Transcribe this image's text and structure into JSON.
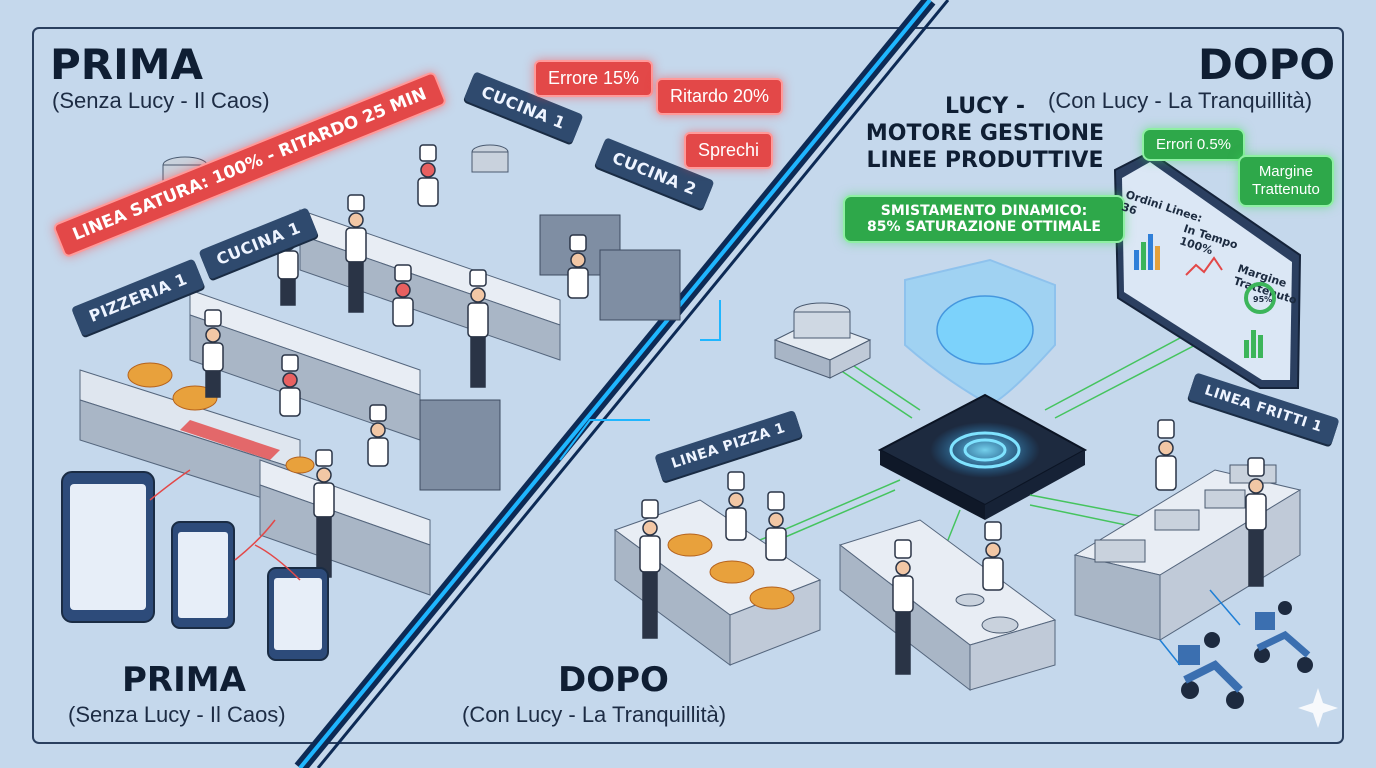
{
  "left": {
    "title": "PRIMA",
    "subtitle": "(Senza Lucy - Il Caos)",
    "banner": "LINEA SATURA: 100% - RITARDO 25 MIN",
    "stations": [
      "CUCINA 1",
      "CUCINA 2",
      "CUCINA 1",
      "PIZZERIA 1"
    ],
    "alerts": [
      "Errore 15%",
      "Ritardo 20%",
      "Sprechi"
    ],
    "footer_title": "PRIMA",
    "footer_subtitle": "(Senza Lucy - Il Caos)"
  },
  "right": {
    "title": "DOPO",
    "subtitle": "(Con Lucy - La Tranquillità)",
    "engine_title": "LUCY -\nMOTORE GESTIONE\nLINEE PRODUTTIVE",
    "dispatch_line1": "SMISTAMENTO DINAMICO:",
    "dispatch_line2": "85% SATURAZIONE OTTIMALE",
    "alerts": [
      "Errori 0.5%",
      "Margine\nTrattenuto"
    ],
    "dashboard": {
      "cards": [
        "Ordini Linee:\n36",
        "In Tempo\n100%",
        "Margine\nTrattenuto"
      ],
      "gauge": "95%"
    },
    "lines": [
      "LINEA PIZZA 1",
      "LINEA FRITTI 1"
    ],
    "footer_title": "DOPO",
    "footer_subtitle": "(Con Lucy - La Tranquillità)"
  },
  "colors": {
    "bg": "#c5d8ec",
    "alert_red": "#e34848",
    "ok_green": "#2ea84a",
    "divider_blue": "#1fb6ff"
  }
}
